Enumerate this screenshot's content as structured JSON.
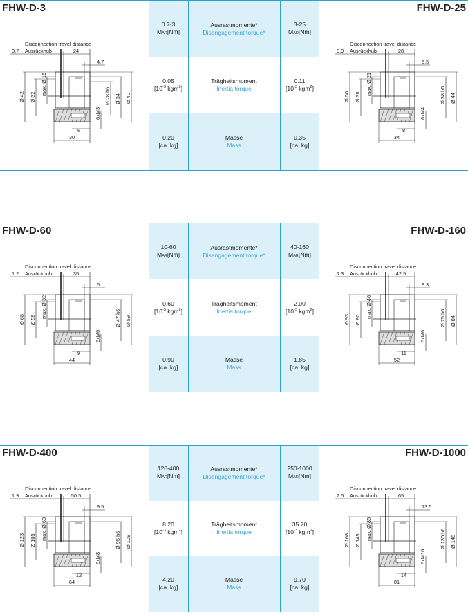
{
  "labels": {
    "torque_de": "Ausrastmomente*",
    "torque_en": "Disengagement torque*",
    "inertia_de": "Trägheitsmoment",
    "inertia_en": "Inertia torque",
    "mass_de": "Masse",
    "mass_en": "Mass",
    "torque_unit_m": "M",
    "torque_unit_sub": "AR",
    "torque_unit_tail": "[Nm]",
    "inertia_unit_a": "[10",
    "inertia_unit_exp": "-3",
    "inertia_unit_b": " kgm",
    "inertia_unit_sq": "2",
    "inertia_unit_c": "]",
    "mass_unit": "[ca. kg]",
    "travel_en": "Disconnection travel distance",
    "travel_de": "Ausrückhub"
  },
  "colors": {
    "border": "#2aa3c9",
    "shade": "#dcf0f9",
    "accent_text": "#3aa6d8"
  },
  "sections": [
    {
      "left": {
        "title": "FHW-D-3",
        "torque": "0.7-3",
        "inertia": "0.05",
        "mass": "0.20",
        "travel": "0.7",
        "length": "24",
        "offset": "4.7",
        "dia_left": [
          "Ø 42",
          "Ø 32",
          "max. Ø 16"
        ],
        "thread": "6xM3",
        "dia_right": [
          "Ø 28 h6",
          "Ø 34",
          "Ø 40"
        ],
        "small": "6",
        "total": "30"
      },
      "right": {
        "title": "FHW-D-25",
        "torque": "3-25",
        "inertia": "0.11",
        "mass": "0.35",
        "travel": "0.9",
        "length": "28",
        "offset": "5.5",
        "dia_left": [
          "Ø 50",
          "Ø 38",
          "max. Ø 21"
        ],
        "thread": "6xM4",
        "dia_right": [
          "Ø 38 h6",
          "Ø 44"
        ],
        "small": "8",
        "total": "34"
      }
    },
    {
      "left": {
        "title": "FHW-D-60",
        "torque": "10-60",
        "inertia": "0.60",
        "mass": "0.90",
        "travel": "1.2",
        "length": "35",
        "offset": "6",
        "dia_left": [
          "Ø 68",
          "Ø 58",
          "max. Ø 32"
        ],
        "thread": "6xM6",
        "dia_right": [
          "Ø 47 h6",
          "Ø 59"
        ],
        "small": "9",
        "total": "44"
      },
      "right": {
        "title": "FHW-D-160",
        "torque": "40-160",
        "inertia": "2.00",
        "mass": "1.85",
        "travel": "1.3",
        "length": "42.5",
        "offset": "8.3",
        "dia_left": [
          "Ø 93",
          "Ø 80",
          "max. Ø 46"
        ],
        "thread": "6xM6",
        "dia_right": [
          "Ø 75 h6",
          "Ø 84"
        ],
        "small": "11",
        "total": "52"
      }
    },
    {
      "left": {
        "title": "FHW-D-400",
        "torque": "120-400",
        "inertia": "8.20",
        "mass": "4.20",
        "travel": "1.9",
        "length": "50.5",
        "offset": "9.5",
        "dia_left": [
          "Ø 123",
          "Ø 105",
          "max. Ø 63"
        ],
        "thread": "6xM8",
        "dia_right": [
          "Ø 95 h6",
          "Ø 108"
        ],
        "small": "12",
        "total": "64"
      },
      "right": {
        "title": "FHW-D-1000",
        "torque": "250-1000",
        "inertia": "35.70",
        "mass": "9.70",
        "travel": "2.5",
        "length": "65",
        "offset": "13.5",
        "dia_left": [
          "Ø 168",
          "Ø 145",
          "max. Ø 85"
        ],
        "thread": "6xM10",
        "dia_right": [
          "Ø 130 h6",
          "Ø 148"
        ],
        "small": "14",
        "total": "81"
      }
    }
  ]
}
